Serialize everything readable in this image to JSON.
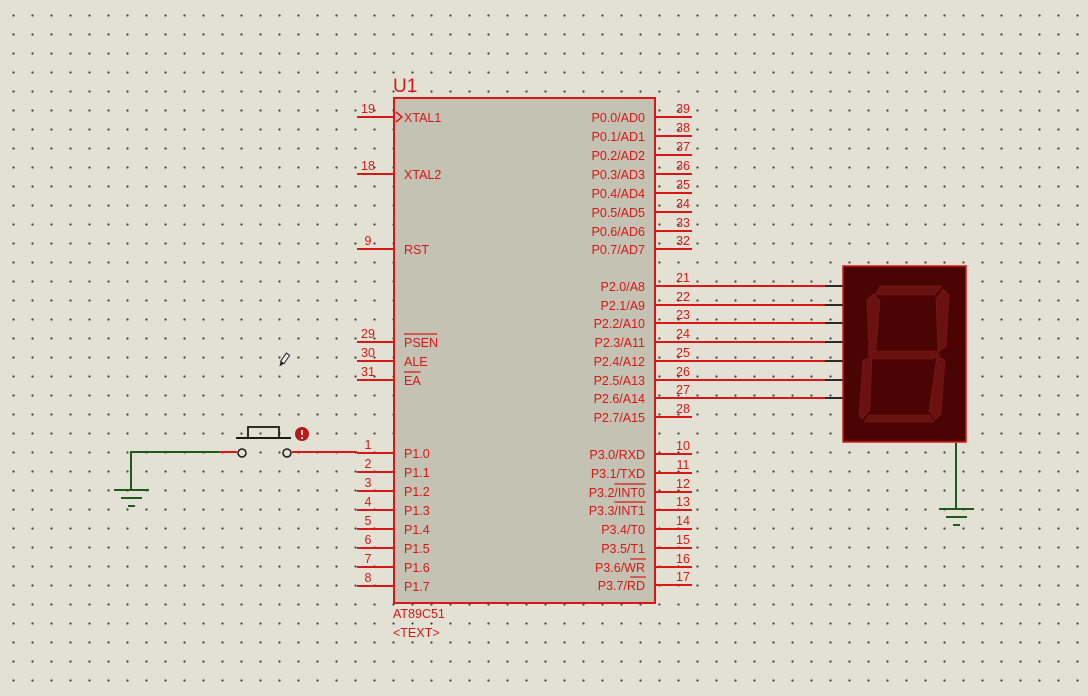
{
  "chip": {
    "ref": "U1",
    "part": "AT89C51",
    "text_placeholder": "<TEXT>",
    "left_pins": [
      {
        "num": "19",
        "name": "XTAL1",
        "clock": true
      },
      {
        "num": "18",
        "name": "XTAL2"
      },
      {
        "num": "9",
        "name": "RST"
      },
      {
        "num": "29",
        "name": "PSEN",
        "overline": true
      },
      {
        "num": "30",
        "name": "ALE"
      },
      {
        "num": "31",
        "name": "EA",
        "overline": true
      },
      {
        "num": "1",
        "name": "P1.0"
      },
      {
        "num": "2",
        "name": "P1.1"
      },
      {
        "num": "3",
        "name": "P1.2"
      },
      {
        "num": "4",
        "name": "P1.3"
      },
      {
        "num": "5",
        "name": "P1.4"
      },
      {
        "num": "6",
        "name": "P1.5"
      },
      {
        "num": "7",
        "name": "P1.6"
      },
      {
        "num": "8",
        "name": "P1.7"
      }
    ],
    "right_pins": [
      {
        "num": "39",
        "name": "P0.0/AD0"
      },
      {
        "num": "38",
        "name": "P0.1/AD1"
      },
      {
        "num": "37",
        "name": "P0.2/AD2"
      },
      {
        "num": "36",
        "name": "P0.3/AD3"
      },
      {
        "num": "35",
        "name": "P0.4/AD4"
      },
      {
        "num": "34",
        "name": "P0.5/AD5"
      },
      {
        "num": "33",
        "name": "P0.6/AD6"
      },
      {
        "num": "32",
        "name": "P0.7/AD7"
      },
      {
        "num": "21",
        "name": "P2.0/A8"
      },
      {
        "num": "22",
        "name": "P2.1/A9"
      },
      {
        "num": "23",
        "name": "P2.2/A10"
      },
      {
        "num": "24",
        "name": "P2.3/A11"
      },
      {
        "num": "25",
        "name": "P2.4/A12"
      },
      {
        "num": "26",
        "name": "P2.5/A13"
      },
      {
        "num": "27",
        "name": "P2.6/A14"
      },
      {
        "num": "28",
        "name": "P2.7/A15"
      },
      {
        "num": "10",
        "name": "P3.0/RXD"
      },
      {
        "num": "11",
        "name": "P3.1/TXD"
      },
      {
        "num": "12",
        "name": "P3.2/INT0",
        "overline_part": "INT0"
      },
      {
        "num": "13",
        "name": "P3.3/INT1",
        "overline_part": "INT1"
      },
      {
        "num": "14",
        "name": "P3.4/T0"
      },
      {
        "num": "15",
        "name": "P3.5/T1"
      },
      {
        "num": "16",
        "name": "P3.6/WR",
        "overline_part": "WR"
      },
      {
        "num": "17",
        "name": "P3.7/RD",
        "overline_part": "RD"
      }
    ]
  },
  "colors": {
    "background": "#e2e1d4",
    "component_line": "#d81818",
    "chip_body": "#c3c2b3",
    "ground_wire": "#1e5a1e",
    "display_body": "#4a0404",
    "display_segment": "#6a1212"
  },
  "icons": [
    "pencil-cursor-icon",
    "ground-symbol-icon",
    "pushbutton-icon",
    "seven-segment-display-icon"
  ]
}
